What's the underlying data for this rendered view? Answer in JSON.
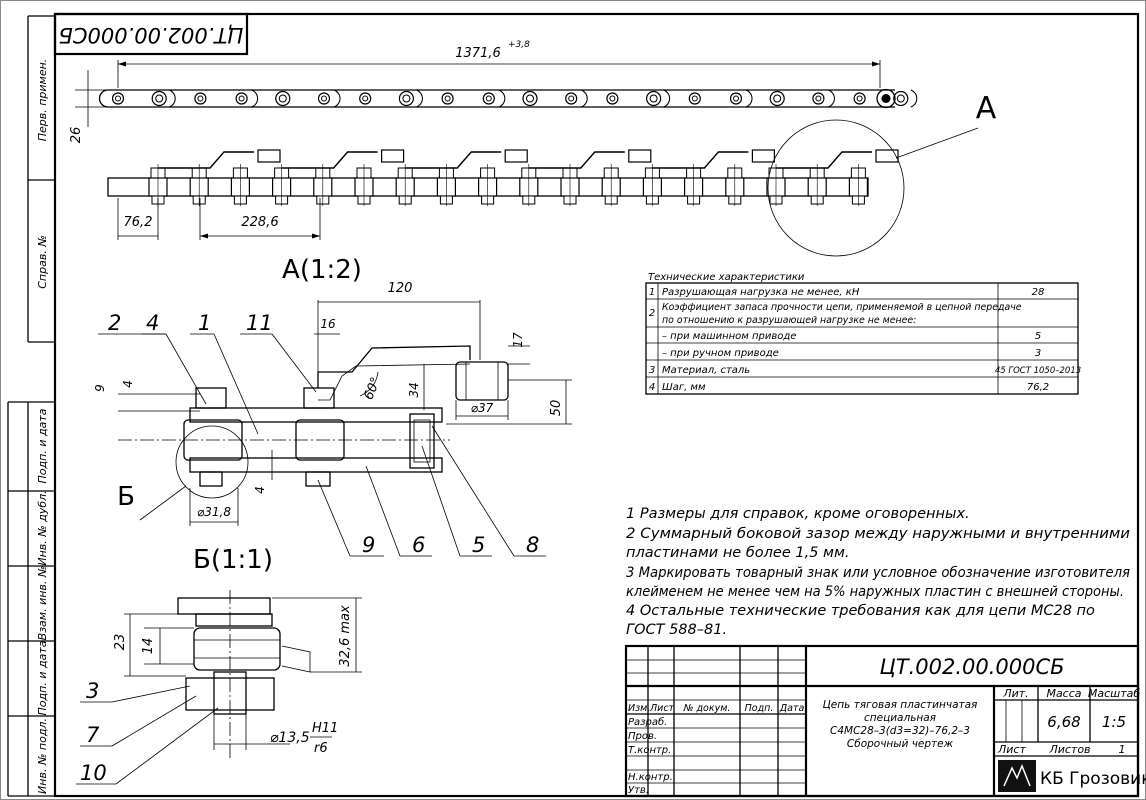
{
  "side_labels": [
    "Перв. примен.",
    "Справ. №",
    "Подп. и дата",
    "Инв. № дубл.",
    "Взам. инв. №",
    "Подп. и дата",
    "Инв. № подл."
  ],
  "designation_mirrored": "ЦТ.002.00.000СБ",
  "top_view": {
    "overall_dim": "1371,6",
    "overall_tol": "+3,8",
    "height_dim": "26",
    "pitch_dim": "76,2",
    "attachment_spacing_dim": "228,6",
    "callout": "А"
  },
  "detail_a": {
    "title": "А(1:2)",
    "dims": {
      "width": "120",
      "d16": "16",
      "d9": "9",
      "d4a": "4",
      "d4b": "4",
      "angle": "60°",
      "d17": "17",
      "d34": "34",
      "d50": "50",
      "dia37": "⌀37",
      "dia318": "⌀31,8"
    },
    "section_callout": "Б",
    "positions_top": [
      "2",
      "4",
      "1",
      "11"
    ],
    "positions_bottom": [
      "9",
      "6",
      "5",
      "8"
    ]
  },
  "detail_b": {
    "title": "Б(1:1)",
    "dims": {
      "d23": "23",
      "d14": "14",
      "d326": "32,6 max",
      "fit_dia": "⌀13,5",
      "fit_upper": "H11",
      "fit_lower": "r6"
    },
    "positions": [
      "3",
      "7",
      "10"
    ]
  },
  "specs": {
    "title": "Технические характеристики",
    "rows": [
      {
        "n": "1",
        "name": "Разрушающая нагрузка не менее, кН",
        "value": "28"
      },
      {
        "n": "2",
        "name": "Коэффициент запаса прочности цепи, применяемой в цепной передаче",
        "value": ""
      },
      {
        "n": "",
        "name": "по отношению к разрушающей нагрузке не менее:",
        "value": ""
      },
      {
        "n": "",
        "name": "– при машинном приводе",
        "value": "5"
      },
      {
        "n": "",
        "name": "– при ручном приводе",
        "value": "3"
      },
      {
        "n": "3",
        "name": "Материал, сталь",
        "value": "45 ГОСТ 1050–2013"
      },
      {
        "n": "4",
        "name": "Шаг, мм",
        "value": "76,2"
      }
    ]
  },
  "notes": [
    "1 Размеры для справок, кроме оговоренных.",
    "2 Суммарный  боковой  зазор  между  наружными  и  внутренними",
    "пластинами не более 1,5 мм.",
    "3 Маркировать товарный знак или условное обозначение изготовителя",
    "клейменем не менее чем на 5% наружных пластин с внешней стороны.",
    "4  Остальные технические требования как для цепи МС28 по",
    "ГОСТ 588–81."
  ],
  "title_block": {
    "designation": "ЦТ.002.00.000СБ",
    "name_lines": [
      "Цепь тяговая пластинчатая",
      "специальная",
      "С4МС28–3(d3=32)–76,2–3",
      "Сборочный чертеж"
    ],
    "header_cols": [
      "Изм.",
      "Лист",
      "№ докум.",
      "Подп.",
      "Дата"
    ],
    "roles": [
      "Разраб.",
      "Пров.",
      "Т.контр.",
      "Н.контр.",
      "Утв."
    ],
    "lit_label": "Лит.",
    "mass_label": "Масса",
    "scale_label": "Масштаб",
    "mass": "6,68",
    "scale": "1:5",
    "sheet_label": "Лист",
    "sheets_label": "Листов",
    "sheets": "1",
    "org": "КБ Грозовик"
  }
}
